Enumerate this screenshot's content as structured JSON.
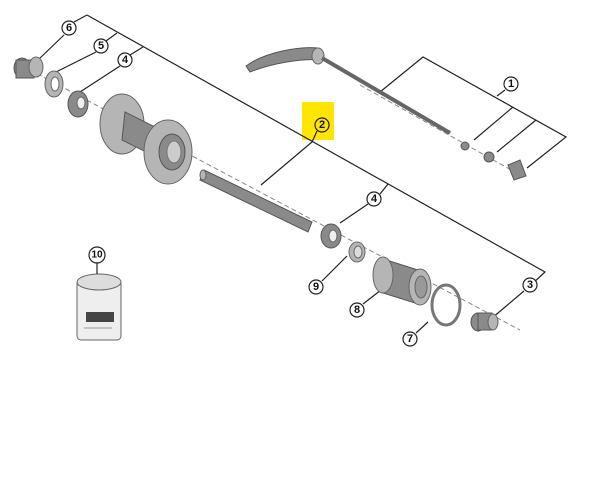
{
  "diagram": {
    "highlight_color": "#FFE600",
    "callouts": {
      "c1": "1",
      "c2": "2",
      "c3": "3",
      "c4a": "4",
      "c4b": "4",
      "c5": "5",
      "c6": "6",
      "c7": "7",
      "c8": "8",
      "c9": "9",
      "c10": "10"
    },
    "highlighted_part": "2"
  }
}
